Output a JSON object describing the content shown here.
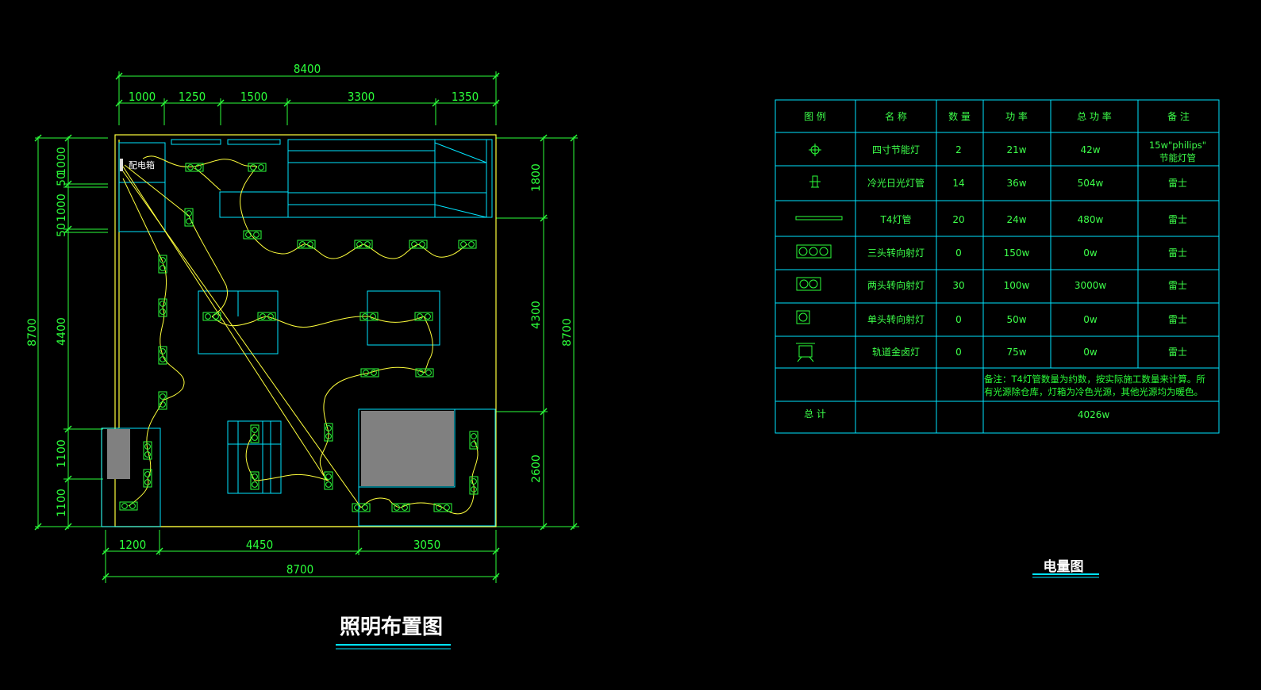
{
  "plan": {
    "title": "照明布置图",
    "panel_label": "配电箱",
    "dims_top": [
      "8400",
      "1000",
      "1250",
      "1500",
      "3300",
      "1350"
    ],
    "dims_bottom": [
      "1200",
      "4450",
      "3050",
      "8700"
    ],
    "dims_left": [
      "8700",
      "1000",
      "50",
      "1000",
      "50",
      "4400",
      "1100",
      "1100"
    ],
    "dims_right": [
      "1800",
      "4300",
      "2600",
      "8700"
    ]
  },
  "table": {
    "title": "电量图",
    "headers": [
      "图 例",
      "名 称",
      "数 量",
      "功 率",
      "总 功 率",
      "备 注"
    ],
    "rows": [
      {
        "icon": "four-inch-downlight-icon",
        "name": "四寸节能灯",
        "qty": "2",
        "power": "21w",
        "total": "42w",
        "note": "15w\"philips\"节能灯管"
      },
      {
        "icon": "cold-light-tube-icon",
        "name": "冷光日光灯管",
        "qty": "14",
        "power": "36w",
        "total": "504w",
        "note": "雷士"
      },
      {
        "icon": "t4-tube-icon",
        "name": "T4灯管",
        "qty": "20",
        "power": "24w",
        "total": "480w",
        "note": "雷士"
      },
      {
        "icon": "triple-spotlight-icon",
        "name": "三头转向射灯",
        "qty": "0",
        "power": "150w",
        "total": "0w",
        "note": "雷士"
      },
      {
        "icon": "double-spotlight-icon",
        "name": "两头转向射灯",
        "qty": "30",
        "power": "100w",
        "total": "3000w",
        "note": "雷士"
      },
      {
        "icon": "single-spotlight-icon",
        "name": "单头转向射灯",
        "qty": "0",
        "power": "50w",
        "total": "0w",
        "note": "雷士"
      },
      {
        "icon": "track-halogen-icon",
        "name": "轨道金卤灯",
        "qty": "0",
        "power": "75w",
        "total": "0w",
        "note": "雷士"
      }
    ],
    "remark_line1": "备注：T4灯管数量为约数，按实际施工数量来计算。所",
    "remark_line2": "有光源除仓库，灯箱为冷色光源，其他光源均为暖色。",
    "total_label": "总 计",
    "total_value": "4026w"
  },
  "colors": {
    "frame": "#ffff3c",
    "dimension": "#2bff3a",
    "furniture": "#00e5ff",
    "wire": "#ffff3c",
    "fixture": "#2bff3a",
    "fill_gray": "#808080"
  }
}
